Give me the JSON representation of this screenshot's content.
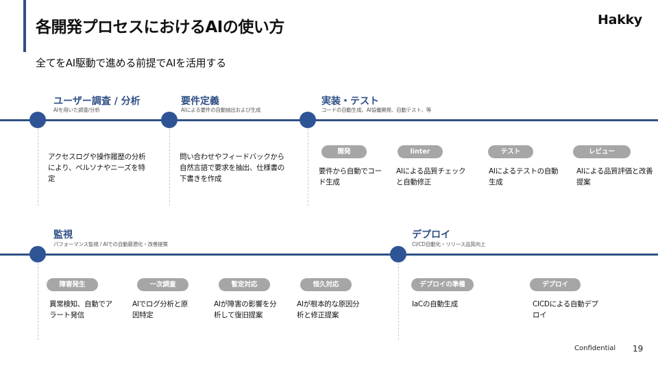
{
  "header": {
    "title": "各開発プロセスにおけるAIの使い方",
    "logo": "Hakky",
    "subtitle": "全てをAI駆動で進める前提でAIを活用する"
  },
  "top_row": {
    "phases": [
      {
        "title": "ユーザー調査 / 分析",
        "subtitle": "AIを用いた調査/分析",
        "description": "アクセスログや操作履歴の分析により、ペルソナやニーズを特定"
      },
      {
        "title": "要件定義",
        "subtitle": "AIによる要件の自動抽出および生成",
        "description": "問い合わせやフィードバックから自然言語で要求を抽出、仕様書の下書きを作成"
      },
      {
        "title": "実装・テスト",
        "subtitle": "コードの自動生成、AI協働開発、自動テスト、等"
      }
    ],
    "impl_tasks": [
      {
        "label": "開発",
        "description": "要件から自動でコード生成"
      },
      {
        "label": "linter",
        "description": "AIによる品質チェックと自動修正"
      },
      {
        "label": "テスト",
        "description": "AIによるテストの自動生成"
      },
      {
        "label": "レビュー",
        "description": "AIによる品質評価と改善提案"
      }
    ]
  },
  "bottom_row": {
    "phases": [
      {
        "title": "監視",
        "subtitle": "パフォーマンス監視 / AIでの自動最適化・改善提案"
      },
      {
        "title": "デプロイ",
        "subtitle": "CI/CD自動化・リリース品質向上"
      }
    ],
    "monitor_tasks": [
      {
        "label": "障害発生",
        "description": "異常検知、自動でアラート発信"
      },
      {
        "label": "一次調査",
        "description": "AIでログ分析と原因特定"
      },
      {
        "label": "暫定対応",
        "description": "AIが障害の影響を分析して復旧提案"
      },
      {
        "label": "恒久対応",
        "description": "AIが根本的な原因分析と修正提案"
      }
    ],
    "deploy_tasks": [
      {
        "label": "デプロイの準備",
        "description": "IaCの自動生成"
      },
      {
        "label": "デプロイ",
        "description": "CICDによる自動デプロイ"
      }
    ]
  },
  "footer": {
    "confidential": "Confidential",
    "page_number": "19"
  },
  "colors": {
    "accent": "#2f4f86",
    "dot": "#2f5496",
    "pill": "#a6a6a6"
  }
}
